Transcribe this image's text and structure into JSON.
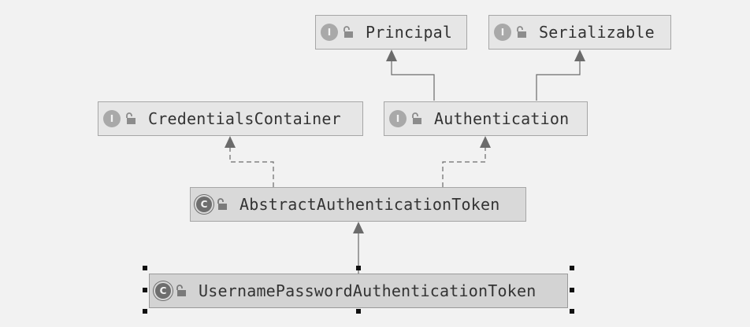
{
  "diagram": {
    "nodes": [
      {
        "id": "principal",
        "label": "Principal",
        "kind": "interface",
        "badge": "I"
      },
      {
        "id": "serializable",
        "label": "Serializable",
        "kind": "interface",
        "badge": "I"
      },
      {
        "id": "credentials",
        "label": "CredentialsContainer",
        "kind": "interface",
        "badge": "I"
      },
      {
        "id": "authentication",
        "label": "Authentication",
        "kind": "interface",
        "badge": "I"
      },
      {
        "id": "abstract",
        "label": "AbstractAuthenticationToken",
        "kind": "abstract-class",
        "badge": "C"
      },
      {
        "id": "username",
        "label": "UsernamePasswordAuthenticationToken",
        "kind": "class",
        "badge": "C",
        "selected": true
      }
    ],
    "edges": [
      {
        "from": "authentication",
        "to": "principal",
        "type": "extends"
      },
      {
        "from": "authentication",
        "to": "serializable",
        "type": "extends"
      },
      {
        "from": "abstract",
        "to": "credentials",
        "type": "implements"
      },
      {
        "from": "abstract",
        "to": "authentication",
        "type": "implements"
      },
      {
        "from": "username",
        "to": "abstract",
        "type": "extends"
      }
    ]
  },
  "colors": {
    "background": "#f2f2f2",
    "interface_fill": "#e6e6e6",
    "class_fill": "#d9d9d9",
    "border": "#a6a6a6",
    "edge": "#6b6b6b",
    "text": "#333333"
  }
}
